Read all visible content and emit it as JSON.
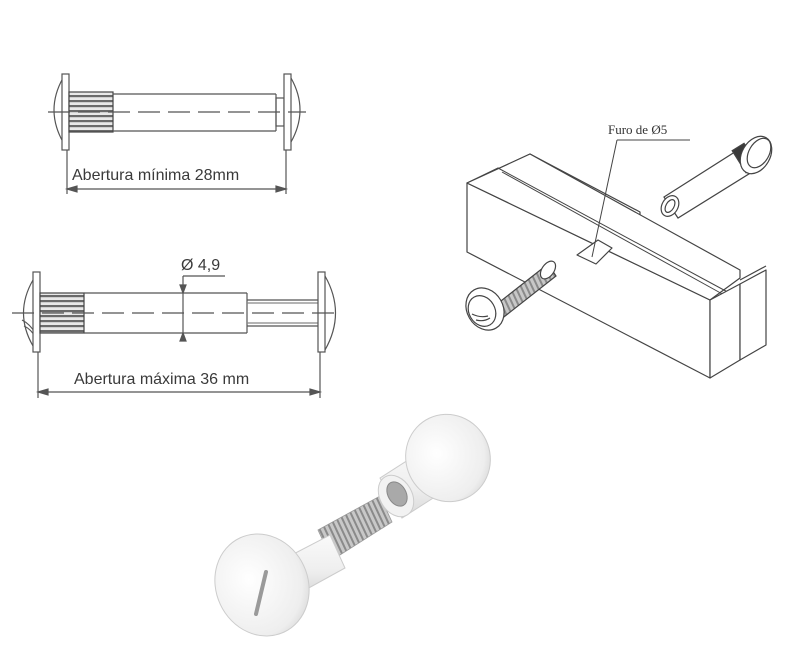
{
  "diagram": {
    "subject": "Binding screw (parafuso de união) technical drawing",
    "top_drawing": {
      "dimension_label": "Abertura mínima 28mm"
    },
    "middle_drawing": {
      "diameter_label": "Ø 4,9",
      "dimension_label": "Abertura máxima 36 mm"
    },
    "isometric_drawing": {
      "callout_label": "Furo de Ø5"
    },
    "photo": {
      "description": "White plastic binding screw and barrel, exploded view"
    },
    "colors": {
      "line": "#555555",
      "knurl": "#6a6a6a",
      "background": "#ffffff",
      "part_white": "#f4f4f4",
      "thread_metal": "#9a9a9a"
    }
  }
}
